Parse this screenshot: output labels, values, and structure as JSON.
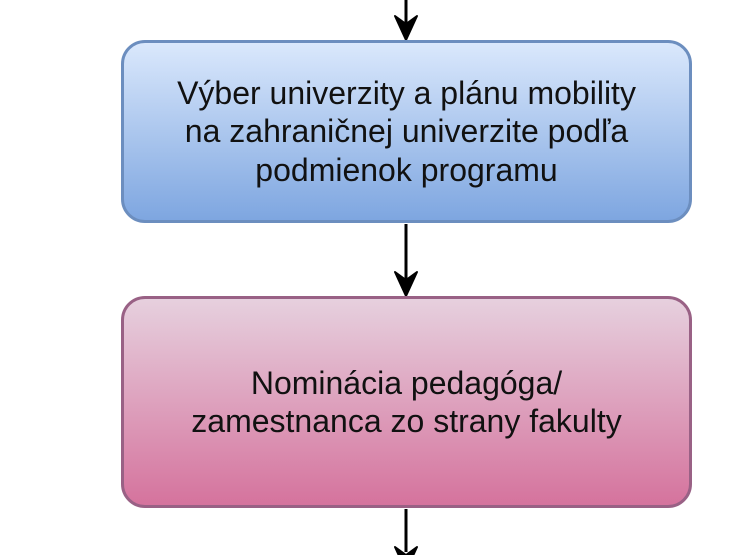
{
  "diagram": {
    "nodes": [
      {
        "id": "university-selection",
        "text": "Výber univerzity a plánu mobility\nna zahraničnej univerzite podľa\npodmienok programu",
        "fill_top": "#dae8fc",
        "fill_bottom": "#7ea6e0",
        "stroke": "#6c8ebf"
      },
      {
        "id": "faculty-nomination",
        "text": "Nominácia pedagóga/\nzamestnanca zo strany fakulty",
        "fill_top": "#e6d0de",
        "fill_bottom": "#d5739d",
        "stroke": "#996185"
      }
    ],
    "edges": [
      {
        "from": "(previous step)",
        "to": "university-selection"
      },
      {
        "from": "university-selection",
        "to": "faculty-nomination"
      },
      {
        "from": "faculty-nomination",
        "to": "(next step)"
      }
    ],
    "edge_color": "#000000"
  }
}
